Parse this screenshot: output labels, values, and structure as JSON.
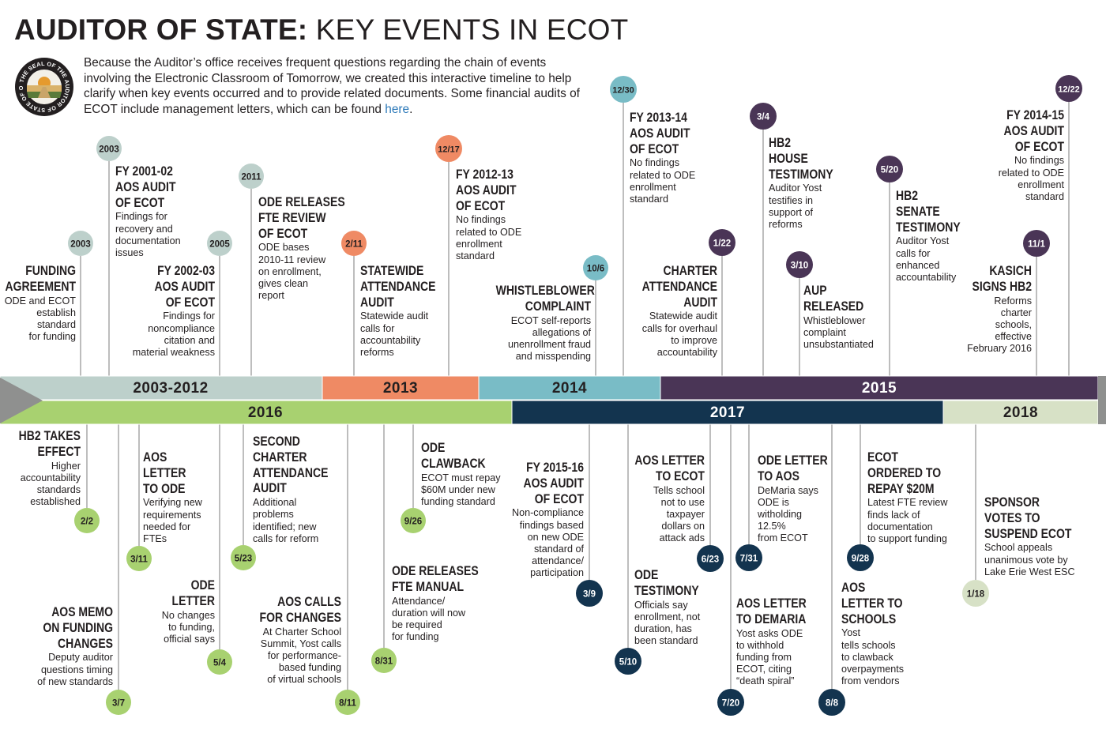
{
  "header": {
    "title_bold": "AUDITOR OF STATE:",
    "title_rest": " KEY EVENTS IN ECOT",
    "seal_text": "THE SEAL OF THE AUDITOR OF STATE OF OHIO",
    "intro": "Because the Auditor’s office receives frequent questions regarding the chain of events involving the Electronic Classroom of Tomorrow, we created this interactive timeline to help clarify when key events occurred and to provide related documents. Some financial audits of ECOT include management letters, which can be found ",
    "intro_link": "here",
    "intro_end": "."
  },
  "colors": {
    "era_2003": "#bdd0cb",
    "era_2013": "#ef8a64",
    "era_2014": "#79bcc6",
    "era_2015": "#4a3556",
    "era_2016": "#a8d170",
    "era_2017": "#13344f",
    "era_2018": "#d7e1c6",
    "connector": "#9a9a9a"
  },
  "eras_top": [
    {
      "label": "2003-2012",
      "color": "#bdd0cb",
      "text": "#231f20"
    },
    {
      "label": "2013",
      "color": "#ef8a64",
      "text": "#231f20"
    },
    {
      "label": "2014",
      "color": "#79bcc6",
      "text": "#231f20"
    },
    {
      "label": "2015",
      "color": "#4a3556",
      "text": "#ffffff"
    }
  ],
  "eras_bottom": [
    {
      "label": "2016",
      "color": "#a8d170",
      "text": "#231f20"
    },
    {
      "label": "2017",
      "color": "#13344f",
      "text": "#ffffff"
    },
    {
      "label": "2018",
      "color": "#d7e1c6",
      "text": "#231f20"
    }
  ],
  "events_top": [
    {
      "date": "2003",
      "era": 0,
      "title": [
        "FUNDING",
        "AGREEMENT"
      ],
      "desc": [
        "ODE and ECOT",
        "establish",
        "standard",
        "for funding"
      ]
    },
    {
      "date": "2003",
      "era": 0,
      "title": [
        "FY 2001-02",
        "AOS AUDIT",
        "OF ECOT"
      ],
      "desc": [
        "Findings for",
        "recovery and",
        "documentation",
        "issues"
      ]
    },
    {
      "date": "2005",
      "era": 0,
      "title": [
        "FY 2002-03",
        "AOS AUDIT",
        "OF ECOT"
      ],
      "desc": [
        "Findings for",
        "noncompliance",
        "citation and",
        "material weakness"
      ]
    },
    {
      "date": "2011",
      "era": 0,
      "title": [
        "ODE RELEASES",
        "FTE REVIEW",
        "OF ECOT"
      ],
      "desc": [
        "ODE bases",
        "2010-11 review",
        "on enrollment,",
        "gives clean",
        "report"
      ]
    },
    {
      "date": "2/11",
      "era": 1,
      "title": [
        "STATEWIDE",
        "ATTENDANCE",
        "AUDIT"
      ],
      "desc": [
        "Statewide audit",
        "calls for",
        "accountability",
        "reforms"
      ]
    },
    {
      "date": "12/17",
      "era": 1,
      "title": [
        "FY 2012-13",
        "AOS AUDIT",
        "OF ECOT"
      ],
      "desc": [
        "No findings",
        "related to ODE",
        "enrollment",
        "standard"
      ]
    },
    {
      "date": "10/6",
      "era": 2,
      "title": [
        "WHISTLEBLOWER",
        "COMPLAINT"
      ],
      "desc": [
        "ECOT self-reports",
        "allegations of",
        "unenrollment fraud",
        "and misspending"
      ]
    },
    {
      "date": "12/30",
      "era": 2,
      "title": [
        "FY 2013-14",
        "AOS AUDIT",
        "OF ECOT"
      ],
      "desc": [
        "No findings",
        "related to ODE",
        "enrollment",
        "standard"
      ]
    },
    {
      "date": "1/22",
      "era": 3,
      "title": [
        "CHARTER",
        "ATTENDANCE",
        "AUDIT"
      ],
      "desc": [
        "Statewide audit",
        "calls for overhaul",
        "to improve",
        "accountability"
      ]
    },
    {
      "date": "3/4",
      "era": 3,
      "title": [
        "HB2",
        "HOUSE",
        "TESTIMONY"
      ],
      "desc": [
        "Auditor Yost",
        "testifies in",
        "support of",
        "reforms"
      ]
    },
    {
      "date": "3/10",
      "era": 3,
      "title": [
        "AUP",
        "RELEASED"
      ],
      "desc": [
        "Whistleblower",
        "complaint",
        "unsubstantiated"
      ]
    },
    {
      "date": "5/20",
      "era": 3,
      "title": [
        "HB2",
        "SENATE",
        "TESTIMONY"
      ],
      "desc": [
        "Auditor Yost",
        "calls for",
        "enhanced",
        "accountability"
      ]
    },
    {
      "date": "11/1",
      "era": 3,
      "title": [
        "KASICH",
        "SIGNS HB2"
      ],
      "desc": [
        "Reforms",
        "charter",
        "schools,",
        "effective",
        "February 2016"
      ]
    },
    {
      "date": "12/22",
      "era": 3,
      "title": [
        "FY 2014-15",
        "AOS AUDIT",
        "OF ECOT"
      ],
      "desc": [
        "No findings",
        "related to ODE",
        "enrollment",
        "standard"
      ]
    }
  ],
  "events_bottom": [
    {
      "date": "2/2",
      "era": 0,
      "title": [
        "HB2 TAKES",
        "EFFECT"
      ],
      "desc": [
        "Higher",
        "accountability",
        "standards",
        "established"
      ]
    },
    {
      "date": "3/7",
      "era": 0,
      "title": [
        "AOS MEMO",
        "ON FUNDING",
        "CHANGES"
      ],
      "desc": [
        "Deputy auditor",
        "questions timing",
        "of new standards"
      ]
    },
    {
      "date": "3/11",
      "era": 0,
      "title": [
        "AOS",
        "LETTER",
        "TO ODE"
      ],
      "desc": [
        "Verifying new",
        "requirements",
        "needed for",
        "FTEs"
      ]
    },
    {
      "date": "5/4",
      "era": 0,
      "title": [
        "ODE",
        "LETTER"
      ],
      "desc": [
        "No changes",
        "to funding,",
        "official says"
      ]
    },
    {
      "date": "5/23",
      "era": 0,
      "title": [
        "SECOND",
        "CHARTER",
        "ATTENDANCE",
        "AUDIT"
      ],
      "desc": [
        "Additional",
        "problems",
        "identified; new",
        "calls for reform"
      ]
    },
    {
      "date": "8/11",
      "era": 0,
      "title": [
        "AOS CALLS",
        "FOR CHANGES"
      ],
      "desc": [
        "At Charter School",
        "Summit, Yost calls",
        "for performance-",
        "based funding",
        "of virtual schools"
      ]
    },
    {
      "date": "8/31",
      "era": 0,
      "title": [
        "ODE RELEASES",
        "FTE MANUAL"
      ],
      "desc": [
        "Attendance/",
        "duration will now",
        "be required",
        "for funding"
      ]
    },
    {
      "date": "9/26",
      "era": 0,
      "title": [
        "ODE",
        "CLAWBACK"
      ],
      "desc": [
        "ECOT must repay",
        "$60M under new",
        "funding standard"
      ]
    },
    {
      "date": "3/9",
      "era": 1,
      "title": [
        "FY 2015-16",
        "AOS AUDIT",
        "OF ECOT"
      ],
      "desc": [
        "Non-compliance",
        "findings based",
        "on new ODE",
        "standard of",
        "attendance/",
        "participation"
      ]
    },
    {
      "date": "5/10",
      "era": 1,
      "title": [
        "ODE",
        "TESTIMONY"
      ],
      "desc": [
        "Officials say",
        "enrollment, not",
        "duration, has",
        "been standard"
      ]
    },
    {
      "date": "6/23",
      "era": 1,
      "title": [
        "AOS LETTER",
        "TO ECOT"
      ],
      "desc": [
        "Tells school",
        "not to use",
        "taxpayer",
        "dollars on",
        "attack ads"
      ]
    },
    {
      "date": "7/20",
      "era": 1,
      "title": [
        "AOS LETTER",
        "TO DEMARIA"
      ],
      "desc": [
        "Yost asks ODE",
        "to withhold",
        "funding from",
        "ECOT, citing",
        "“death spiral”"
      ]
    },
    {
      "date": "7/31",
      "era": 1,
      "title": [
        "ODE LETTER",
        "TO AOS"
      ],
      "desc": [
        "DeMaria says",
        "ODE is",
        "witholding",
        "12.5%",
        "from ECOT"
      ]
    },
    {
      "date": "8/8",
      "era": 1,
      "title": [
        "AOS",
        "LETTER TO",
        "SCHOOLS"
      ],
      "desc": [
        "Yost",
        "tells schools",
        "to clawback",
        "overpayments",
        "from vendors"
      ]
    },
    {
      "date": "9/28",
      "era": 1,
      "title": [
        "ECOT",
        "ORDERED TO",
        "REPAY $20M"
      ],
      "desc": [
        "Latest FTE review",
        "finds lack of",
        "documentation",
        "to support funding"
      ]
    },
    {
      "date": "1/18",
      "era": 2,
      "title": [
        "SPONSOR",
        "VOTES TO",
        "SUSPEND ECOT"
      ],
      "desc": [
        "School appeals",
        "unanimous vote by",
        "Lake Erie West ESC"
      ]
    }
  ]
}
